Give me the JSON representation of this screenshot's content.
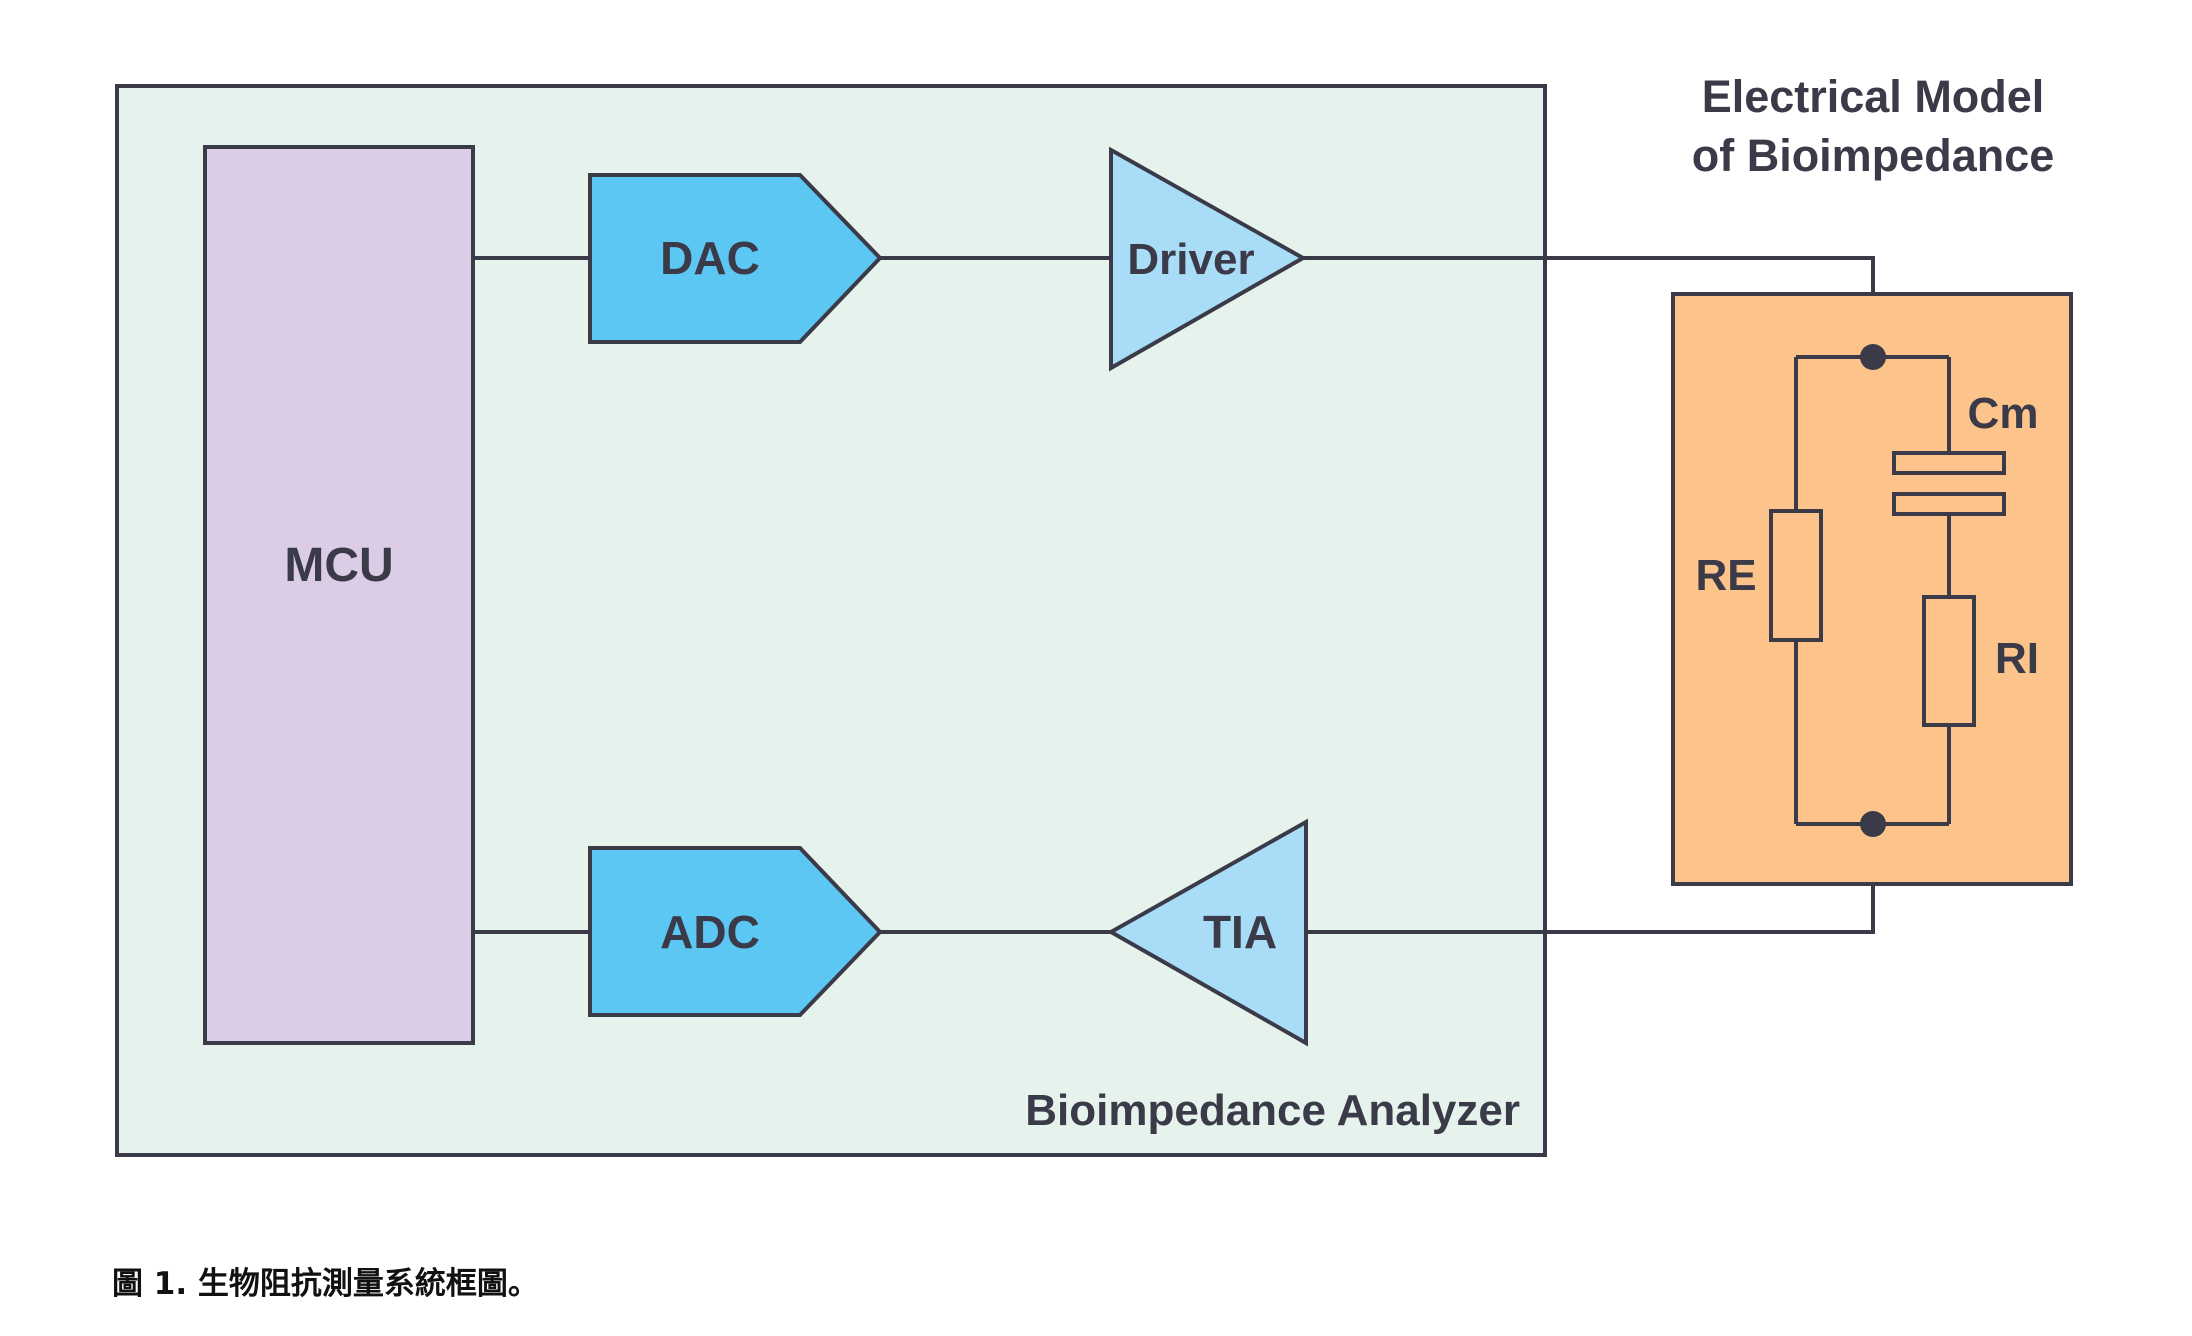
{
  "labels": {
    "mcu": "MCU",
    "dac": "DAC",
    "adc": "ADC",
    "driver": "Driver",
    "tia": "TIA",
    "analyzer": "Bioimpedance Analyzer",
    "model_title_line1": "Electrical Model",
    "model_title_line2": "of Bioimpedance",
    "cm": "Cm",
    "re": "RE",
    "ri": "RI"
  },
  "caption": "圖 1. 生物阻抗測量系統框圖。",
  "colors": {
    "analyzer_bg": "#e6f3ec",
    "mcu_fill": "#dccde6",
    "converter_fill": "#5cc7f3",
    "amp_fill": "#a9dcf6",
    "model_fill": "#fcc38a",
    "stroke": "#3a3a48"
  }
}
